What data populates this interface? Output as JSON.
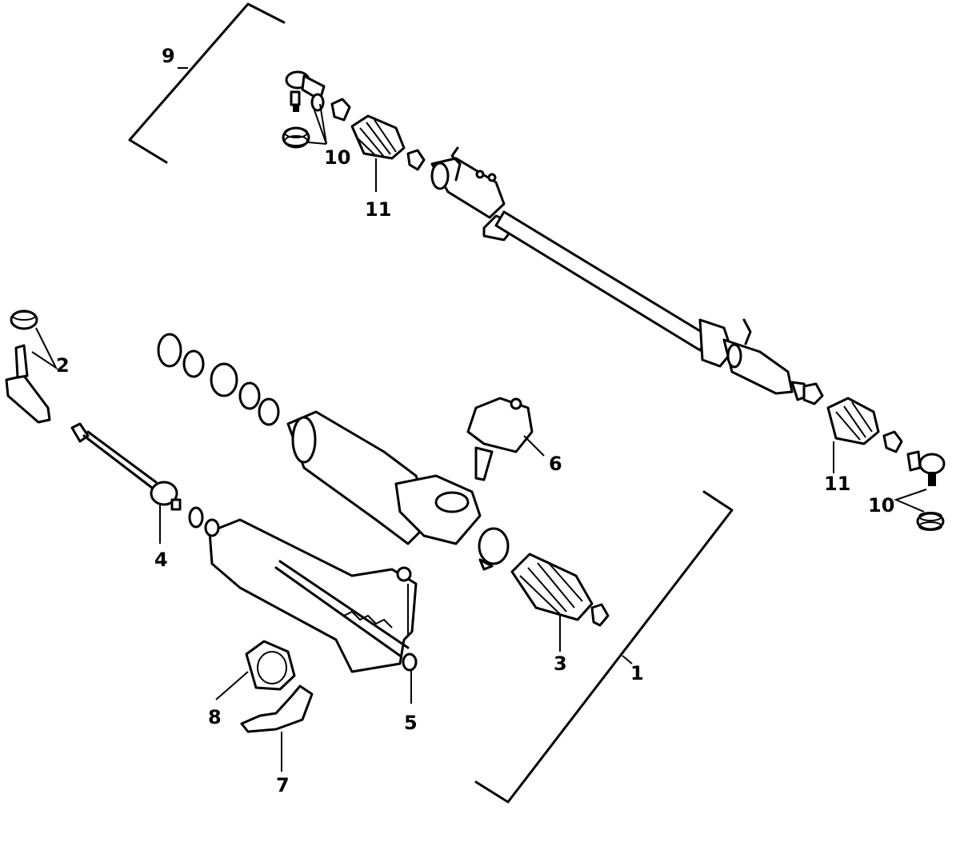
{
  "diagram": {
    "labels": {
      "l1": "1",
      "l2": "2",
      "l3": "3",
      "l4": "4",
      "l5": "5",
      "l6": "6",
      "l7": "7",
      "l8": "8",
      "l9": "9",
      "l10a": "10",
      "l10b": "10",
      "l11a": "11",
      "l11b": "11"
    },
    "colors": {
      "ink": "#000000",
      "paper": "#ffffff"
    }
  }
}
